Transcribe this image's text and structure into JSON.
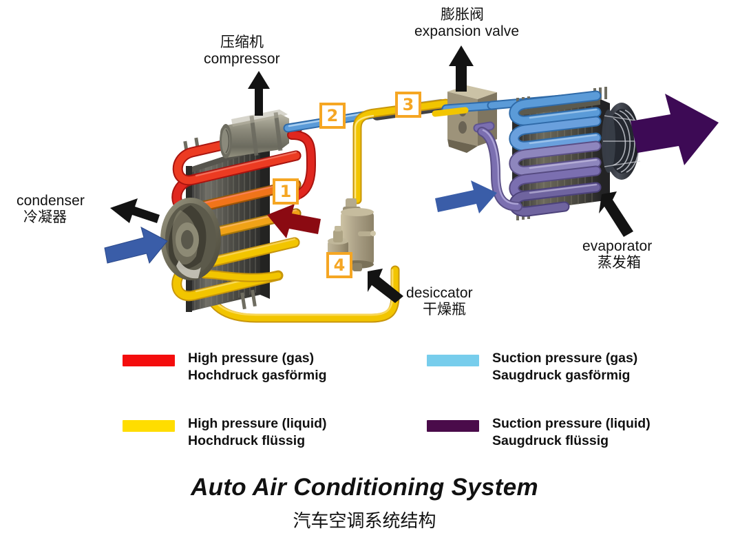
{
  "title": {
    "english": "Auto Air Conditioning System",
    "chinese": "汽车空调系统结构"
  },
  "components": [
    {
      "id": "compressor",
      "english": "compressor",
      "chinese": "压缩机",
      "order": "cn-first"
    },
    {
      "id": "expansion-valve",
      "english": "expansion valve",
      "chinese": "膨胀阀",
      "order": "cn-first"
    },
    {
      "id": "condenser",
      "english": "condenser",
      "chinese": "冷凝器",
      "order": "en-first"
    },
    {
      "id": "evaporator",
      "english": "evaporator",
      "chinese": "蒸发箱",
      "order": "en-first"
    },
    {
      "id": "desiccator",
      "english": "desiccator",
      "chinese": "干燥瓶",
      "order": "en-first"
    }
  ],
  "callouts": [
    {
      "number": "1"
    },
    {
      "number": "2"
    },
    {
      "number": "3"
    },
    {
      "number": "4"
    }
  ],
  "legend": [
    {
      "id": "high-pressure-gas",
      "english": "High pressure (gas)",
      "german": "Hochdruck gasförmig",
      "color": "#f40d0d"
    },
    {
      "id": "suction-pressure-gas",
      "english": "Suction pressure (gas)",
      "german": "Saugdruck gasförmig",
      "color": "#77cdec"
    },
    {
      "id": "high-pressure-liquid",
      "english": "High pressure (liquid)",
      "german": "Hochdruck flüssig",
      "color": "#ffdd00"
    },
    {
      "id": "suction-pressure-liquid",
      "english": "Suction pressure (liquid)",
      "german": "Saugdruck flüssig",
      "color": "#4a0b4a"
    }
  ],
  "flow_arrows": [
    {
      "id": "condenser-air-out",
      "color": "#1b1b1b",
      "direction": "left"
    },
    {
      "id": "condenser-air-in",
      "color": "#3a5da8",
      "direction": "right"
    },
    {
      "id": "condenser-heat-out",
      "color": "#8b0a12",
      "direction": "left"
    },
    {
      "id": "evaporator-air-in",
      "color": "#3a5da8",
      "direction": "right"
    },
    {
      "id": "evaporator-air-out",
      "color": "#3d0a55",
      "direction": "right"
    },
    {
      "id": "compressor-pointer",
      "color": "#1b1b1b",
      "direction": "up"
    },
    {
      "id": "expansion-valve-pointer",
      "color": "#1b1b1b",
      "direction": "up"
    },
    {
      "id": "evaporator-pointer",
      "color": "#1b1b1b",
      "direction": "down-right"
    },
    {
      "id": "desiccator-pointer",
      "color": "#1b1b1b",
      "direction": "down-right"
    }
  ],
  "palette": {
    "accent_orange": "#f5a623",
    "pipe_red": "#e0271f",
    "pipe_orange": "#f08a1a",
    "pipe_yellow": "#f2c500",
    "pipe_blue": "#5b9bd8",
    "pipe_purple": "#7b6fb0",
    "metal_grey": "#7d7d74",
    "metal_tan": "#a99d7e",
    "background": "#ffffff"
  }
}
